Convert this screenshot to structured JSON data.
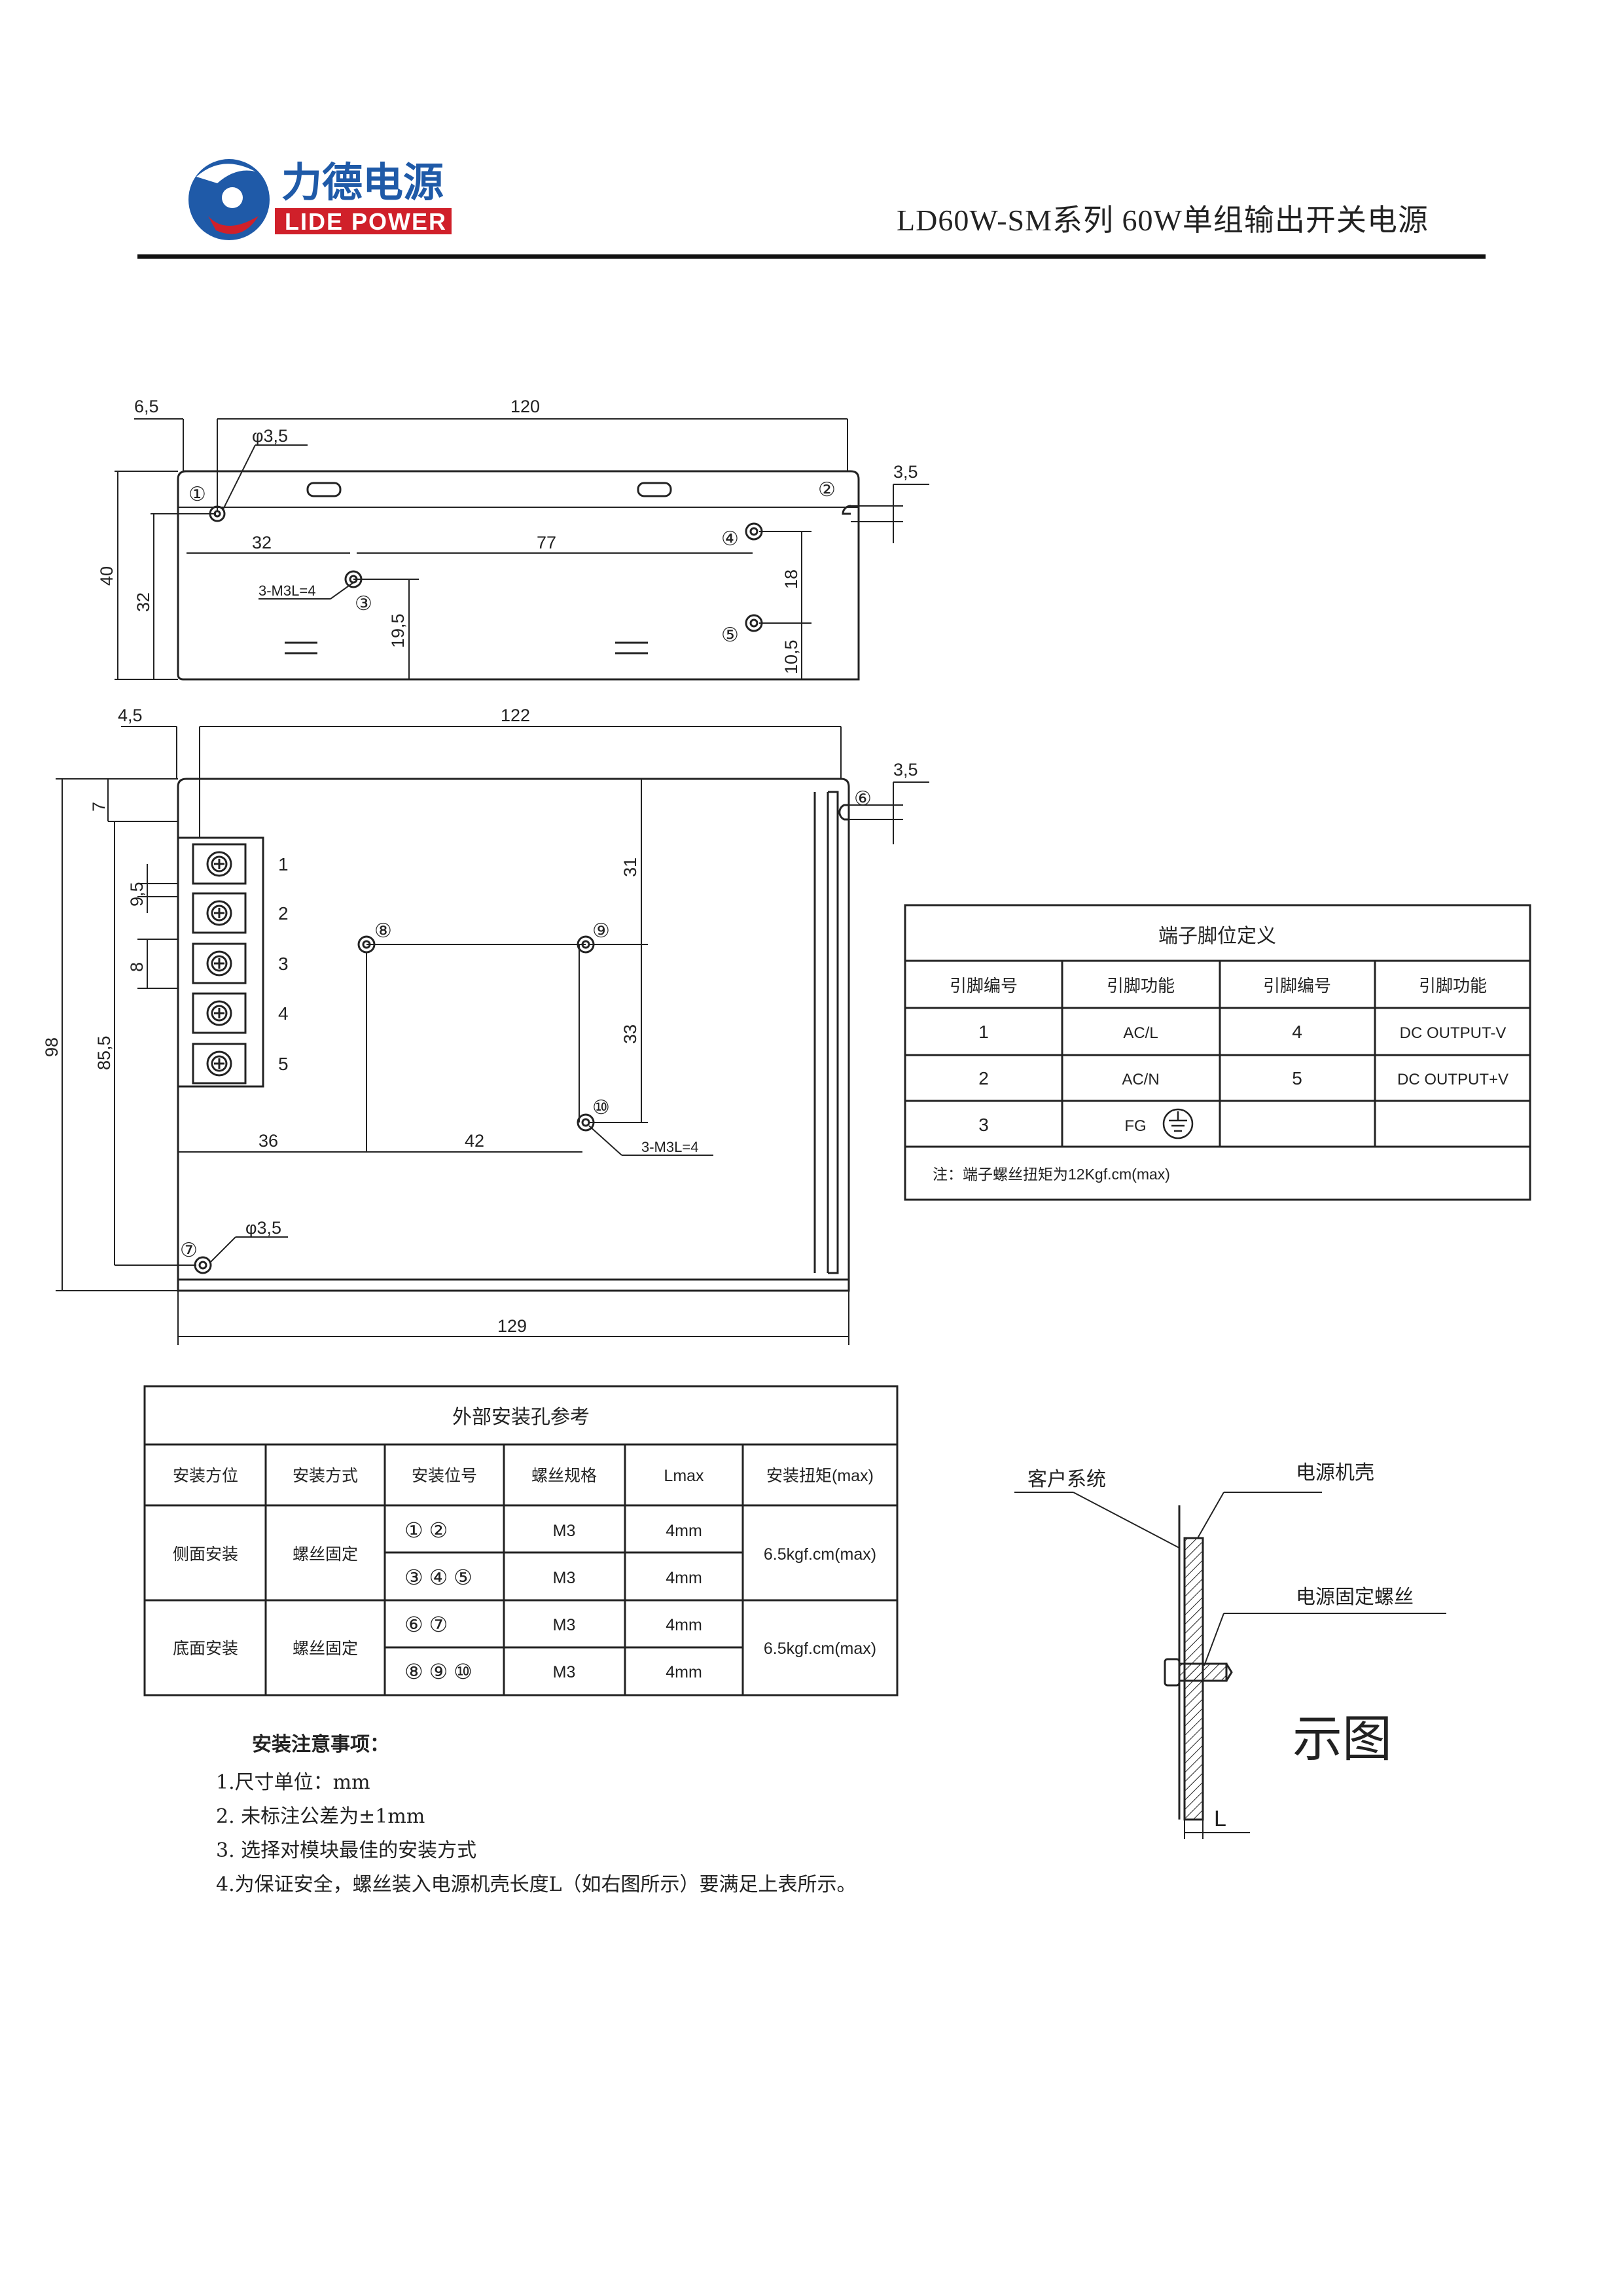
{
  "header": {
    "brand_cn": "力德电源",
    "brand_en": "LIDE POWER",
    "title": "LD60W-SM系列 60W单组输出开关电源"
  },
  "top_view": {
    "dims": {
      "d6_5": "6,5",
      "d120": "120",
      "hole_dia": "φ3,5",
      "d3_5": "3,5",
      "d32_h": "32",
      "d77": "77",
      "d40": "40",
      "d32_v": "32",
      "d18": "18",
      "d19_5": "19,5",
      "d10_5": "10,5",
      "screw": "3-M3L=4"
    },
    "hole_labels": [
      "①",
      "②",
      "③",
      "④",
      "⑤"
    ]
  },
  "bottom_view": {
    "dims": {
      "d4_5": "4,5",
      "d122": "122",
      "d3_5": "3,5",
      "d7": "7",
      "d9_5": "9,5",
      "d8": "8",
      "d98": "98",
      "d85_5": "85,5",
      "d31": "31",
      "d33": "33",
      "d36": "36",
      "d42": "42",
      "screw": "3-M3L=4",
      "hole_dia": "φ3,5",
      "d129": "129"
    },
    "terminal_numbers": [
      "1",
      "2",
      "3",
      "4",
      "5"
    ],
    "hole_labels": [
      "⑥",
      "⑦",
      "⑧",
      "⑨",
      "⑩"
    ]
  },
  "pin_table": {
    "title": "端子脚位定义",
    "headers": [
      "引脚编号",
      "引脚功能",
      "引脚编号",
      "引脚功能"
    ],
    "rows": [
      [
        "1",
        "AC/L",
        "4",
        "DC OUTPUT-V"
      ],
      [
        "2",
        "AC/N",
        "5",
        "DC OUTPUT+V"
      ],
      [
        "3",
        "FG",
        "",
        ""
      ]
    ],
    "note": "注：端子螺丝扭矩为12Kgf.cm(max)"
  },
  "mount_table": {
    "title": "外部安装孔参考",
    "headers": [
      "安装方位",
      "安装方式",
      "安装位号",
      "螺丝规格",
      "Lmax",
      "安装扭矩(max)"
    ],
    "groups": [
      {
        "position": "侧面安装",
        "method": "螺丝固定",
        "torque": "6.5kgf.cm(max)",
        "rows": [
          {
            "holes": "①  ②",
            "spec": "M3",
            "lmax": "4mm"
          },
          {
            "holes": "③  ④  ⑤",
            "spec": "M3",
            "lmax": "4mm"
          }
        ]
      },
      {
        "position": "底面安装",
        "method": "螺丝固定",
        "torque": "6.5kgf.cm(max)",
        "rows": [
          {
            "holes": "⑥  ⑦",
            "spec": "M3",
            "lmax": "4mm"
          },
          {
            "holes": "⑧  ⑨  ⑩",
            "spec": "M3",
            "lmax": "4mm"
          }
        ]
      }
    ]
  },
  "diagram": {
    "client": "客户系统",
    "case": "电源机壳",
    "screw": "电源固定螺丝",
    "l": "L",
    "caption": "示图"
  },
  "notes": {
    "title": "安装注意事项：",
    "items": [
      "1.尺寸单位：mm",
      "2. 未标注公差为±1mm",
      "3. 选择对模块最佳的安装方式",
      "4.为保证安全，螺丝装入电源机壳长度L（如右图所示）要满足上表所示。"
    ]
  },
  "colors": {
    "logo_blue": "#1f5aa8",
    "logo_red": "#d0202a",
    "line": "#222222"
  }
}
